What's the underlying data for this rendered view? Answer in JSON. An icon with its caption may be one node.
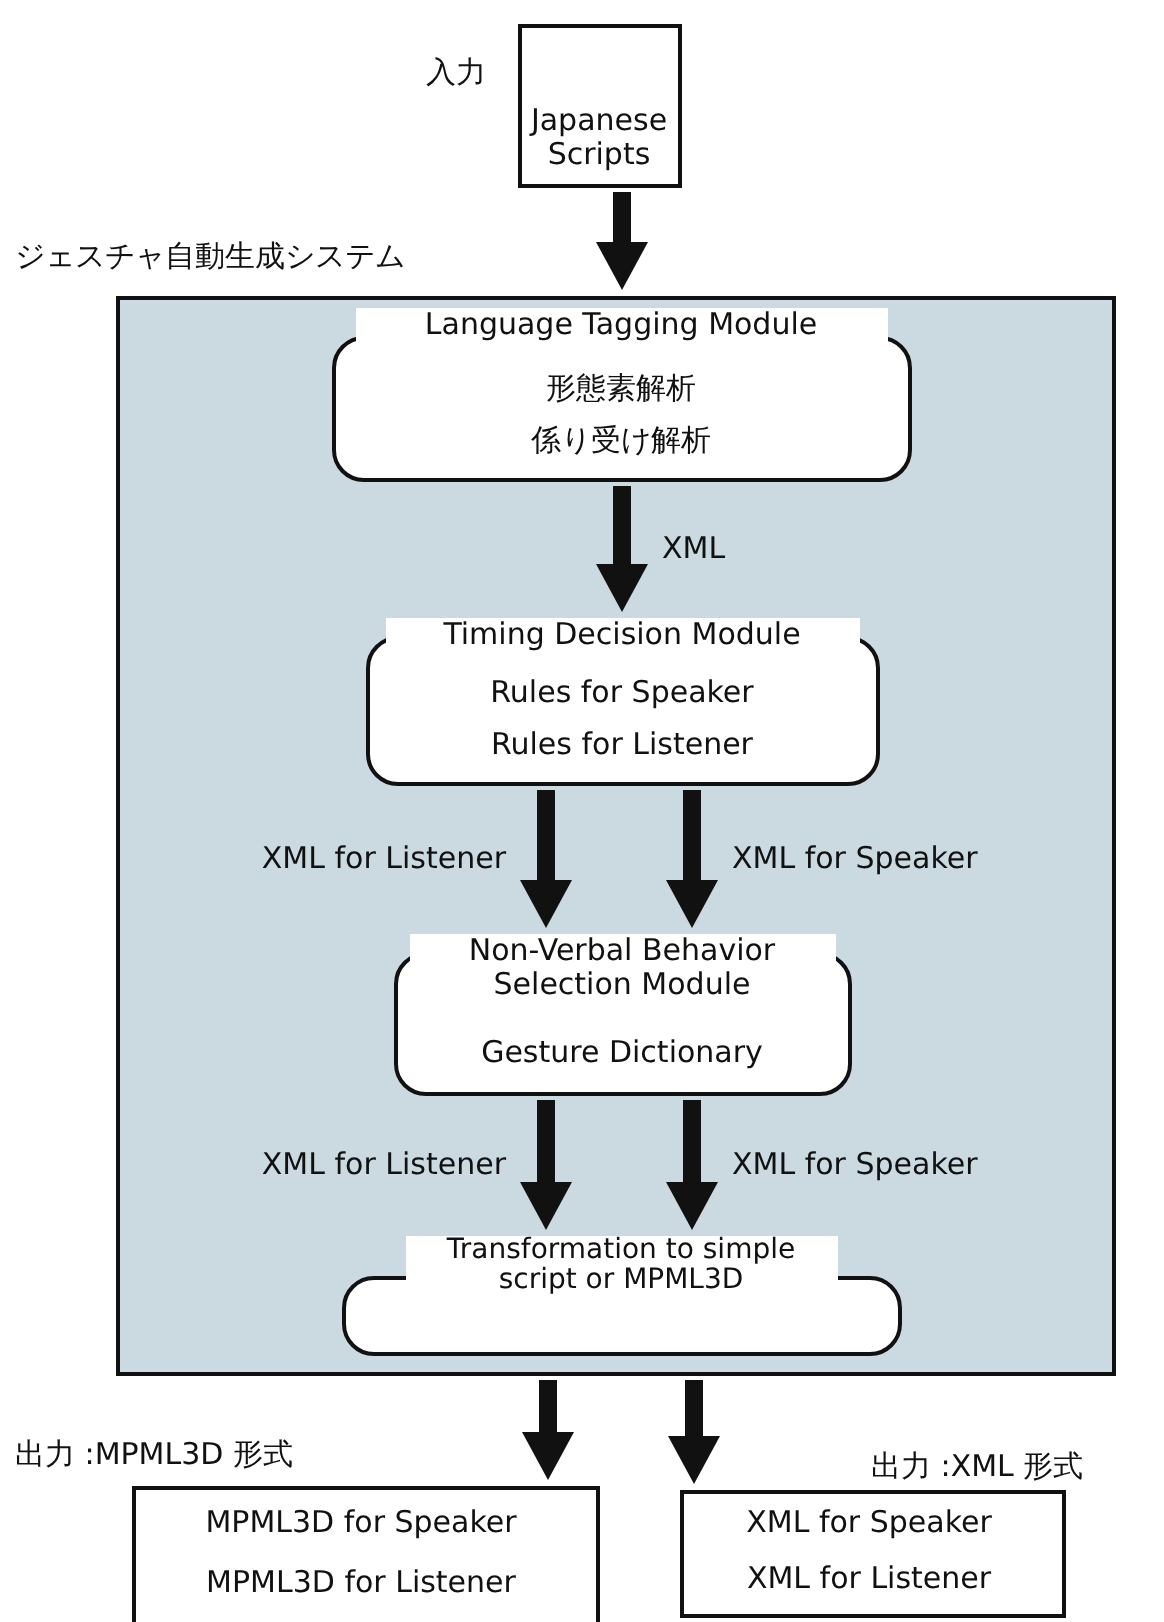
{
  "diagram": {
    "nodes": [
      {
        "text": [
          "Japanese Scripts"
        ],
        "beside": [
          "入力"
        ]
      },
      {
        "text": [
          "ジェスチャ自動生成システム"
        ]
      },
      {
        "text": [
          "Language Tagging Module",
          "形態素解析",
          "係り受け解析"
        ],
        "in": 1
      },
      {
        "text": [
          "Timing Decision Module",
          "Rules for Speaker",
          "Rules for Listener"
        ],
        "in": 1
      },
      {
        "text": [
          "Non-Verbal Behavior Selection Module",
          "Gesture Dictionary"
        ],
        "in": 1
      },
      {
        "text": [
          "Transformation to simple script or MPML3D"
        ],
        "in": 1
      },
      {
        "text": [
          "出力 :MPML3D 形式",
          "MPML3D for Speaker",
          "MPML3D for Listener"
        ]
      },
      {
        "text": [
          "出力 :XML 形式",
          "XML for Speaker",
          "XML for Listener"
        ]
      }
    ],
    "edges": [
      {
        "from": 0,
        "to": 1,
        "arrow": "to"
      },
      {
        "from": 2,
        "to": 3,
        "arrow": "to",
        "label": "XML"
      },
      {
        "from": 3,
        "to": 4,
        "arrow": "to",
        "label": "XML for Listener"
      },
      {
        "from": 3,
        "to": 4,
        "arrow": "to",
        "label": "XML for Speaker"
      },
      {
        "from": 4,
        "to": 5,
        "arrow": "to",
        "label": "XML for Listener"
      },
      {
        "from": 4,
        "to": 5,
        "arrow": "to",
        "label": "XML for Speaker"
      },
      {
        "from": 1,
        "to": 6,
        "arrow": "to"
      },
      {
        "from": 1,
        "to": 7,
        "arrow": "to"
      }
    ]
  }
}
